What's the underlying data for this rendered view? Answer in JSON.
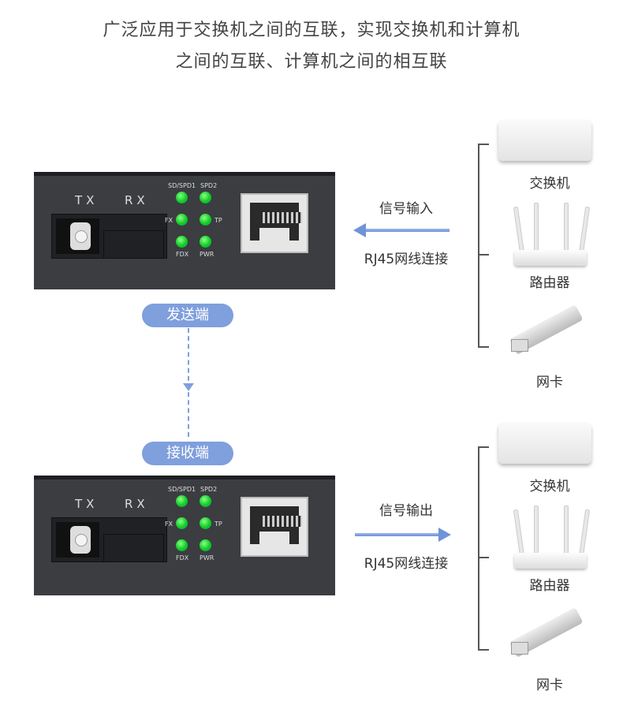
{
  "title": {
    "line1": "广泛应用于交换机之间的互联，实现交换机和计算机",
    "line2": "之间的互联、计算机之间的相互联"
  },
  "device": {
    "tx": "TX",
    "rx": "RX",
    "leds": [
      "SD/SPD1",
      "SPD2",
      "FX",
      "TP",
      "FDX",
      "PWR"
    ]
  },
  "sender": {
    "label": "发送端",
    "signal": "信号输入",
    "cable": "RJ45网线连接"
  },
  "receiver": {
    "label": "接收端",
    "signal": "信号输出",
    "cable": "RJ45网线连接"
  },
  "endpoints": [
    "交换机",
    "路由器",
    "网卡"
  ],
  "colors": {
    "pill": "#7f9fdd",
    "arrow": "#6f93d8",
    "led": "#22cc33",
    "device": "#3b3d41"
  }
}
